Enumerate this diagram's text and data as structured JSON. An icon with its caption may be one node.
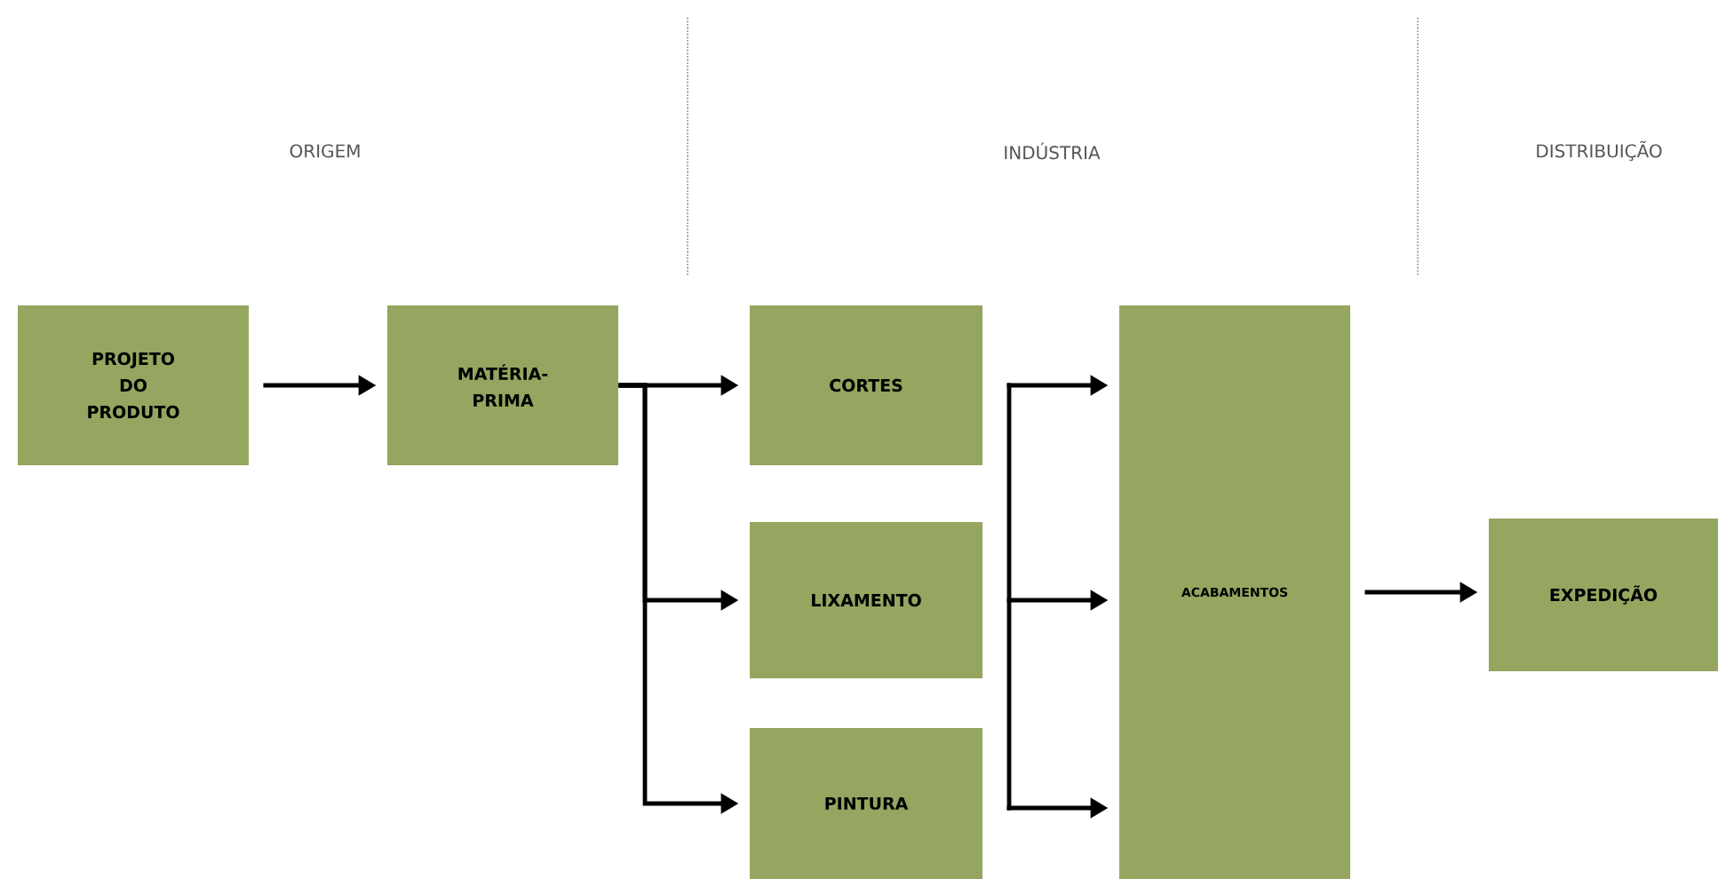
{
  "diagram": {
    "nodes": [
      {
        "text": [
          "PROJETO DO PRODUTO"
        ]
      },
      {
        "text": [
          "MATÉRIA-PRIMA"
        ]
      },
      {
        "text": [
          "CORTES"
        ]
      },
      {
        "text": [
          "LIXAMENTO"
        ]
      },
      {
        "text": [
          "PINTURA"
        ]
      },
      {
        "text": [
          "ACABAMENTOS"
        ]
      },
      {
        "text": [
          "EXPEDIÇÃO"
        ]
      }
    ],
    "edges": [
      {
        "from": 0,
        "to": 1,
        "arrow": "to"
      },
      {
        "from": 1,
        "to": 2,
        "arrow": "to"
      },
      {
        "from": 1,
        "to": 3,
        "arrow": "to"
      },
      {
        "from": 1,
        "to": 4,
        "arrow": "to"
      },
      {
        "from": null,
        "to": 5,
        "arrow": "to"
      },
      {
        "from": null,
        "to": 5,
        "arrow": "to"
      },
      {
        "from": null,
        "to": 5,
        "arrow": "to"
      },
      {
        "from": 5,
        "to": 6,
        "arrow": "to"
      }
    ],
    "labels": [
      "ORIGEM",
      "INDÚSTRIA",
      "DISTRIBUIÇÃO"
    ]
  }
}
